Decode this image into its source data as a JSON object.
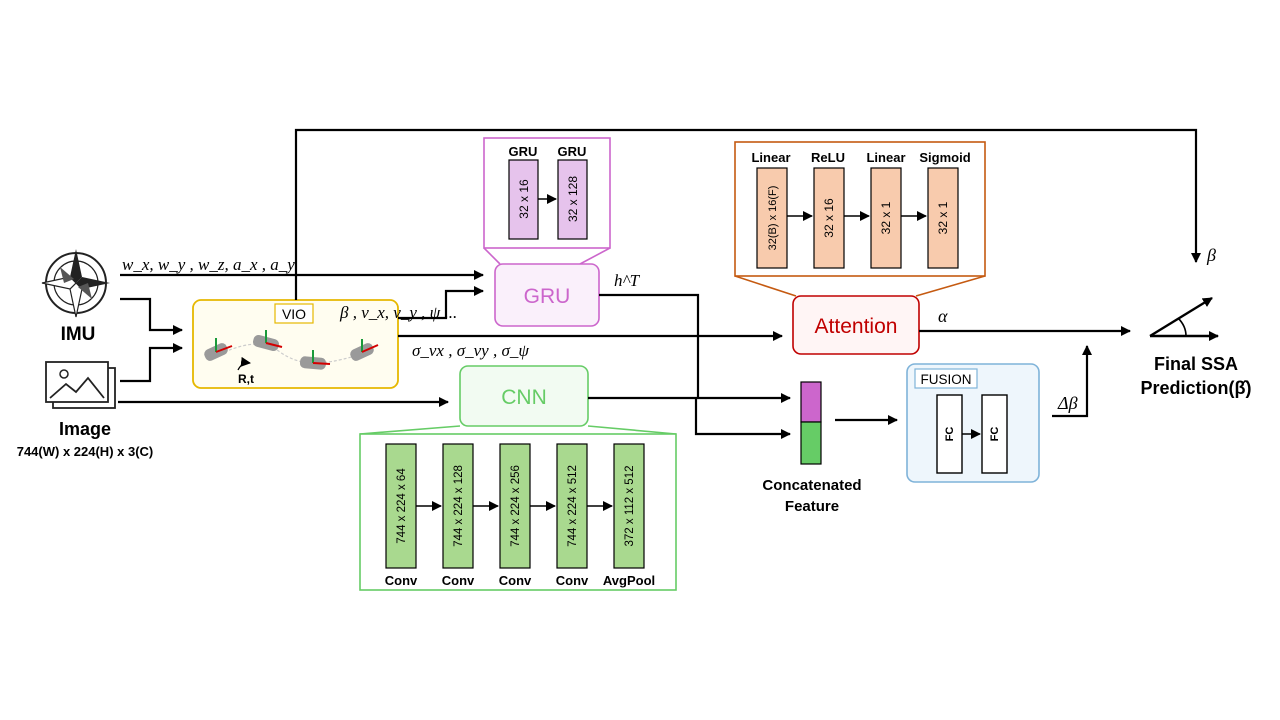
{
  "inputs": {
    "imu_label": "IMU",
    "image_label": "Image",
    "image_dims": "744(W) x 224(H) x 3(C)",
    "imu_signals": "w_x, w_y , w_z, a_x , a_y"
  },
  "vio": {
    "label": "VIO",
    "pose_label": "R,t",
    "outputs": "β , v_x, v_y , ψ ...",
    "uncertainty": "σ_vx , σ_vy , σ_ψ"
  },
  "gru": {
    "label": "GRU",
    "hidden": "h^T",
    "layers": [
      {
        "name": "GRU",
        "dims": "32 x 16"
      },
      {
        "name": "GRU",
        "dims": "32 x 128"
      }
    ]
  },
  "attention": {
    "label": "Attention",
    "output": "α",
    "layers": [
      {
        "name": "Linear",
        "dims": "32(B) x 16(F)"
      },
      {
        "name": "ReLU",
        "dims": "32 x 16"
      },
      {
        "name": "Linear",
        "dims": "32 x 1"
      },
      {
        "name": "Sigmoid",
        "dims": "32 x 1"
      }
    ]
  },
  "cnn": {
    "label": "CNN",
    "layers": [
      {
        "name": "Conv",
        "dims": "744 x 224 x 64"
      },
      {
        "name": "Conv",
        "dims": "744 x 224 x 128"
      },
      {
        "name": "Conv",
        "dims": "744 x 224 x 256"
      },
      {
        "name": "Conv",
        "dims": "744 x 224 x 512"
      },
      {
        "name": "AvgPool",
        "dims": "372 x 112 x 512"
      }
    ]
  },
  "concat": {
    "line1": "Concatenated",
    "line2": "Feature"
  },
  "fusion": {
    "label": "FUSION",
    "layers": [
      {
        "dims": "FC"
      },
      {
        "dims": "FC"
      }
    ]
  },
  "output": {
    "delta": "Δβ",
    "beta": "β",
    "line1": "Final SSA",
    "line2": "Prediction(β̂)"
  },
  "colors": {
    "gru": "#cc66cc",
    "attention": "#c00000",
    "cnn": "#66cc66",
    "vio": "#e6b800",
    "fusion": "#7fb3d9",
    "attention_block": "#f8cbad",
    "gru_block": "#e6c3ec",
    "cnn_block": "#a9d98f"
  }
}
